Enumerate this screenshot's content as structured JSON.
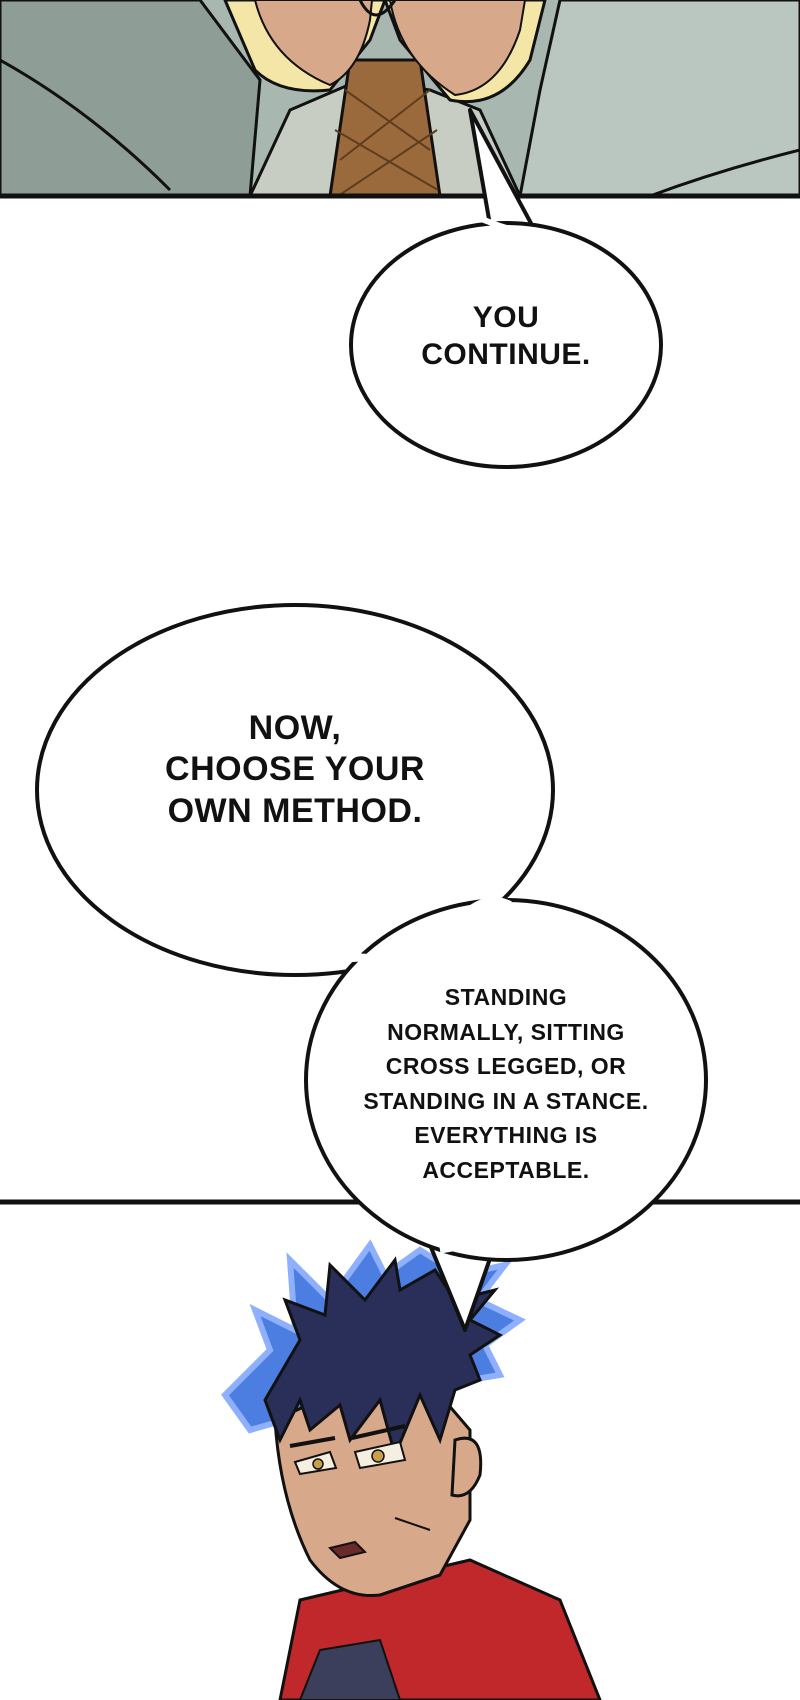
{
  "colors": {
    "background": "#ffffff",
    "ink": "#111111",
    "jacket": "#8e9d95",
    "jacket_light": "#b9c7c0",
    "skin": "#d8a88a",
    "skin_highlight": "#f3e6a6",
    "tie": "#9b6a3c",
    "hair": "#2a2f5a",
    "hair_glow": "#4c7de0",
    "scarf": "#c0282c",
    "eye": "#c9a04a"
  },
  "panels": [
    {
      "name": "elder-hands-panel",
      "icon": "clasped-hands-illustration"
    },
    {
      "name": "young-man-panel",
      "icon": "spiky-haired-man-illustration"
    }
  ],
  "bubbles": {
    "b1": {
      "lines": [
        "YOU",
        "CONTINUE."
      ]
    },
    "b2": {
      "lines": [
        "NOW,",
        "CHOOSE YOUR",
        "OWN METHOD."
      ]
    },
    "b3": {
      "lines": [
        "STANDING",
        "NORMALLY, SITTING",
        "CROSS LEGGED, OR",
        "STANDING IN A STANCE.",
        "EVERYTHING IS",
        "ACCEPTABLE."
      ]
    }
  }
}
